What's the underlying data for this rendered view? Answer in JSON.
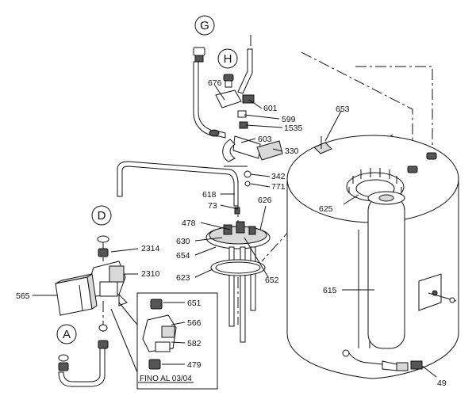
{
  "callouts": {
    "G": "G",
    "H": "H",
    "D": "D",
    "A": "A"
  },
  "parts": [
    {
      "id": "p676",
      "label": "676"
    },
    {
      "id": "p601",
      "label": "601"
    },
    {
      "id": "p599",
      "label": "599"
    },
    {
      "id": "p1535",
      "label": "1535"
    },
    {
      "id": "p603",
      "label": "603"
    },
    {
      "id": "p330",
      "label": "330"
    },
    {
      "id": "p653",
      "label": "653"
    },
    {
      "id": "p342",
      "label": "342"
    },
    {
      "id": "p771",
      "label": "771"
    },
    {
      "id": "p618",
      "label": "618"
    },
    {
      "id": "p73",
      "label": "73"
    },
    {
      "id": "p626",
      "label": "626"
    },
    {
      "id": "p625",
      "label": "625"
    },
    {
      "id": "p478",
      "label": "478"
    },
    {
      "id": "p630",
      "label": "630"
    },
    {
      "id": "p654",
      "label": "654"
    },
    {
      "id": "p652",
      "label": "652"
    },
    {
      "id": "p623",
      "label": "623"
    },
    {
      "id": "p2314",
      "label": "2314"
    },
    {
      "id": "p2310",
      "label": "2310"
    },
    {
      "id": "p565",
      "label": "565"
    },
    {
      "id": "p615",
      "label": "615"
    },
    {
      "id": "p651",
      "label": "651"
    },
    {
      "id": "p566",
      "label": "566"
    },
    {
      "id": "p582",
      "label": "582"
    },
    {
      "id": "p479",
      "label": "479"
    },
    {
      "id": "p49",
      "label": "49"
    }
  ],
  "inset": {
    "note": "FINO AL 03/04"
  }
}
